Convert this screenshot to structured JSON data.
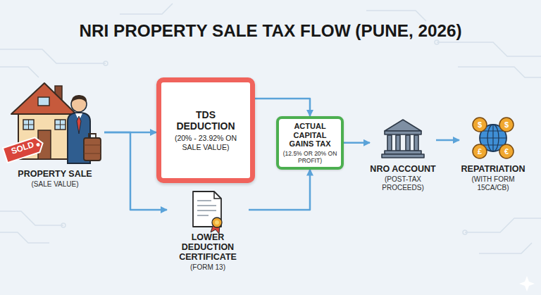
{
  "diagram": {
    "title": "NRI PROPERTY SALE TAX FLOW (PUNE, 2026)",
    "nodes": [
      {
        "text": [
          "PROPERTY SALE",
          "(SALE VALUE)"
        ]
      },
      {
        "text": [
          "TDS DEDUCTION",
          "(20% - 23.92% ON SALE VALUE)"
        ]
      },
      {
        "text": [
          "LOWER DEDUCTION CERTIFICATE",
          "(FORM 13)"
        ]
      },
      {
        "text": [
          "ACTUAL CAPITAL GAINS TAX",
          "(12.5% OR 20% ON PROFIT)"
        ]
      },
      {
        "text": [
          "NRO ACCOUNT",
          "(POST-TAX PROCEEDS)"
        ]
      },
      {
        "text": [
          "REPATRIATION",
          "(WITH FORM 15CA/CB)"
        ]
      }
    ],
    "edges": [
      {
        "from": 0,
        "to": 1,
        "arrow": "to"
      },
      {
        "from": 0,
        "to": 2,
        "arrow": "to"
      },
      {
        "from": 1,
        "to": 3,
        "arrow": "to"
      },
      {
        "from": 2,
        "to": 3,
        "arrow": "to"
      },
      {
        "from": 3,
        "to": 4,
        "arrow": "to"
      },
      {
        "from": 4,
        "to": 5,
        "arrow": "to"
      }
    ],
    "labels": [
      "SOLD",
      "$",
      "$",
      "£",
      "€"
    ]
  }
}
